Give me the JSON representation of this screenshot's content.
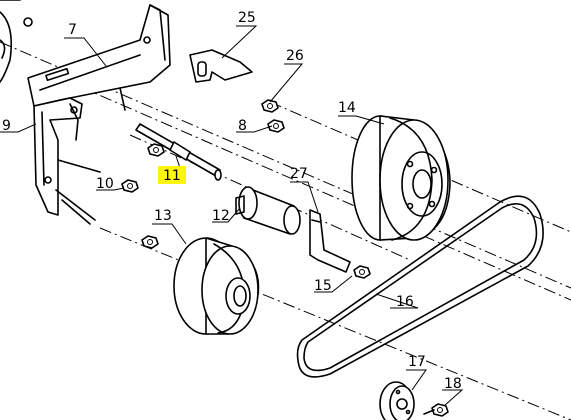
{
  "diagram": {
    "highlight_color": "#fff70a",
    "line_color": "#000000",
    "callouts": [
      {
        "id": "c7",
        "label": "7"
      },
      {
        "id": "c25",
        "label": "25"
      },
      {
        "id": "c26",
        "label": "26"
      },
      {
        "id": "c8",
        "label": "8"
      },
      {
        "id": "c14",
        "label": "14"
      },
      {
        "id": "c9",
        "label": "9"
      },
      {
        "id": "c11",
        "label": "11",
        "highlighted": true
      },
      {
        "id": "c27",
        "label": "27"
      },
      {
        "id": "c10",
        "label": "10"
      },
      {
        "id": "c12",
        "label": "12"
      },
      {
        "id": "c13",
        "label": "13"
      },
      {
        "id": "c15",
        "label": "15"
      },
      {
        "id": "c16",
        "label": "16"
      },
      {
        "id": "c17",
        "label": "17"
      },
      {
        "id": "c18",
        "label": "18"
      }
    ]
  }
}
